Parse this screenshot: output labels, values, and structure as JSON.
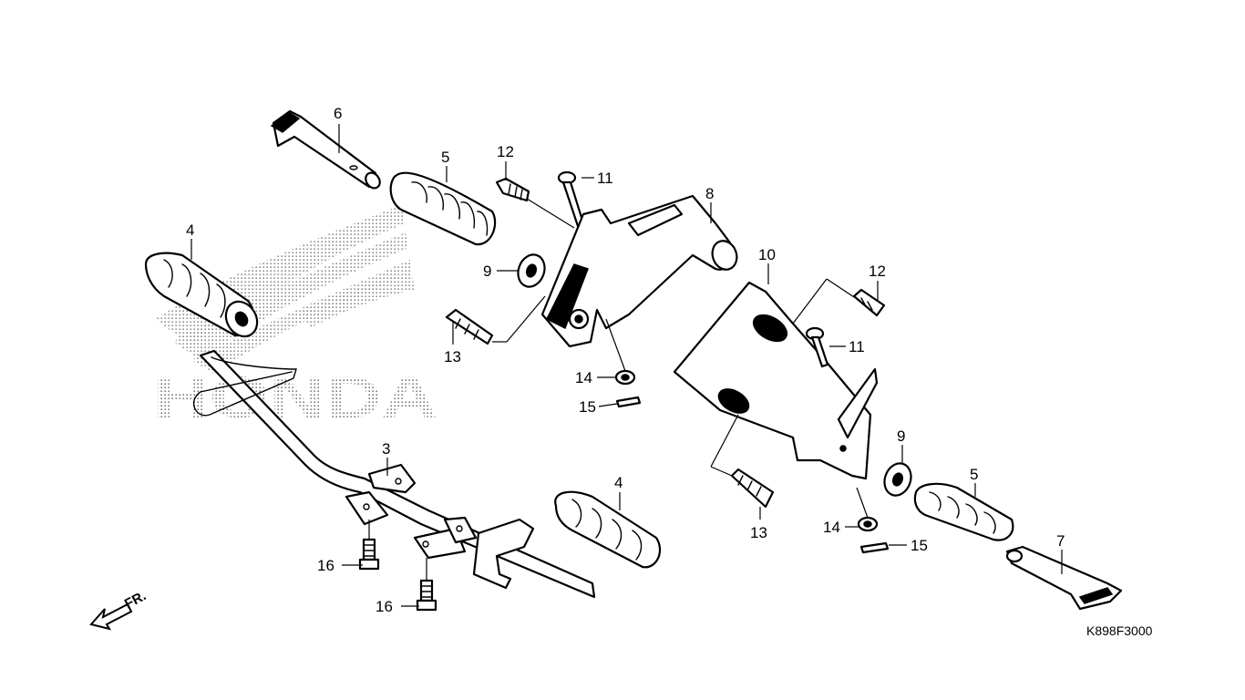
{
  "logo": {
    "text": "HONDA"
  },
  "front_indicator": {
    "label": "FR."
  },
  "drawing_code": "K898F3000",
  "callouts": {
    "c4a": "4",
    "c4b": "4",
    "c5a": "5",
    "c5b": "5",
    "c6": "6",
    "c7": "7",
    "c8": "8",
    "c9a": "9",
    "c9b": "9",
    "c10": "10",
    "c11a": "11",
    "c11b": "11",
    "c12a": "12",
    "c12b": "12",
    "c13a": "13",
    "c13b": "13",
    "c14a": "14",
    "c14b": "14",
    "c15a": "15",
    "c15b": "15",
    "c3": "3",
    "c16a": "16",
    "c16b": "16"
  }
}
